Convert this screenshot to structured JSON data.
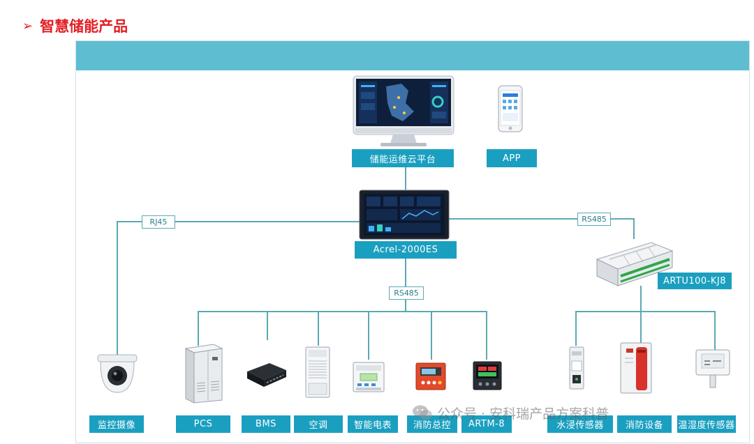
{
  "header": {
    "arrow_icon": "triangle-right-icon",
    "title": "智慧储能产品"
  },
  "diagram": {
    "cloud_platform": "储能运维云平台",
    "app": "APP",
    "gateway": "Acrel-2000ES",
    "rtu": "ARTU100-KJ8",
    "links": {
      "rj45": "RJ45",
      "rs485_right": "RS485",
      "rs485_bottom": "RS485"
    },
    "devices": [
      {
        "label": "监控摄像",
        "icon": "dome-camera-icon"
      },
      {
        "label": "PCS",
        "icon": "pcs-cabinet-icon"
      },
      {
        "label": "BMS",
        "icon": "bms-module-icon"
      },
      {
        "label": "空调",
        "icon": "air-conditioner-icon"
      },
      {
        "label": "智能电表",
        "icon": "smart-meter-icon"
      },
      {
        "label": "消防总控",
        "icon": "fire-control-panel-icon"
      },
      {
        "label": "ARTM-8",
        "icon": "temperature-monitor-icon"
      },
      {
        "label": "水浸传感器",
        "icon": "water-sensor-icon"
      },
      {
        "label": "消防设备",
        "icon": "fire-equipment-icon"
      },
      {
        "label": "温湿度传感器",
        "icon": "temp-humidity-sensor-icon"
      }
    ]
  },
  "watermark": {
    "icon": "wechat-icon",
    "text": "公众号 · 安科瑞产品方案科普"
  },
  "colors": {
    "title_red": "#e31e24",
    "banner": "#5fbdd2",
    "label_blue": "#1b9fc0",
    "line": "#5aa9b0"
  }
}
